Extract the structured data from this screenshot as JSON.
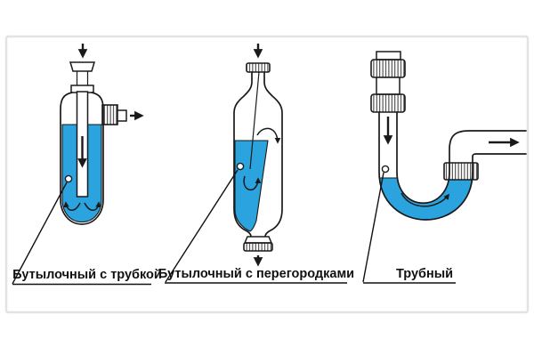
{
  "labels": {
    "siphon1": "Бутылочный с трубкой",
    "siphon2": "Бутылочный с перегородками",
    "siphon3": "Трубный"
  },
  "colors": {
    "water_blue": "#2BA3DF",
    "outline": "#1A1A1A",
    "panel_border": "#E3E3E3",
    "label_text": "#111111"
  }
}
